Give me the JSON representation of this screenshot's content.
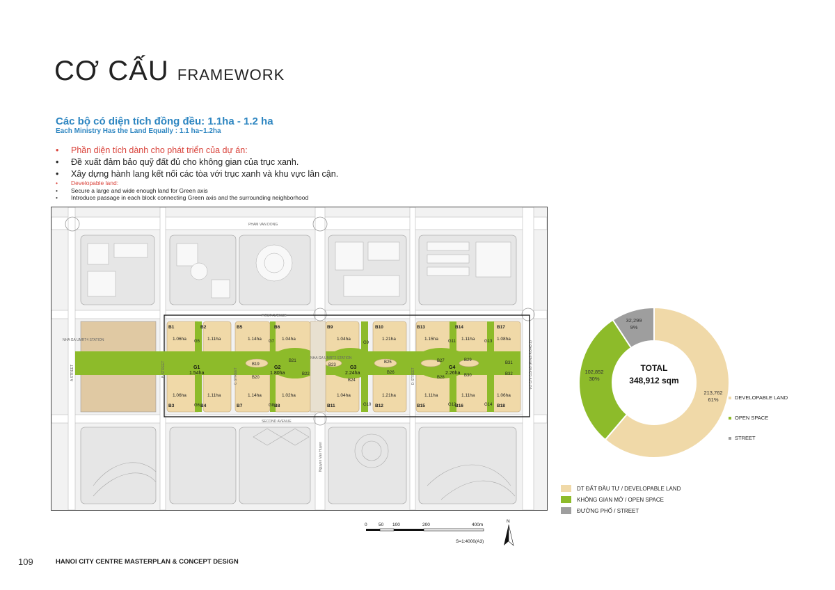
{
  "header": {
    "title_main": "CƠ CẤU",
    "title_sub": "FRAMEWORK"
  },
  "intro": {
    "heading_vi": "Các bộ có diện tích đồng đều: 1.1ha - 1.2 ha",
    "heading_en": "Each Ministry Has the Land Equally : 1.1 ha~1.2ha",
    "bullets_vi": [
      "Phần diện tích dành cho phát triển của dự án:",
      "Đề xuất đảm bảo quỹ đất đủ cho không gian của trục xanh.",
      "Xây dựng hành lang kết nối các tòa với trục xanh và khu vực lân cận."
    ],
    "bullets_en": [
      "Developable land:",
      "Secure a large and wide enough land for Green axis",
      "Introduce passage in each block connecting Green axis and the surrounding neighborhood"
    ]
  },
  "map": {
    "streets": {
      "pham_van_dong": "PHAM VAN DONG",
      "first_avenue": "FIRST AVENUE",
      "second_avenue": "SECOND AVENUE",
      "nguyen_van_huyen": "Nguyen Van Huyen",
      "a_street": "A STREET",
      "b_street": "B STREET",
      "c_street": "C STREET",
      "d_street": "D STREET",
      "vo_chi_cong": "VO CHI CONG (RING ROAD 2)"
    },
    "stations": {
      "left": "NHA GA UMRT4 STATION",
      "center": "NHA GA UMRT2 STATION"
    },
    "blocks": [
      {
        "id": "B1",
        "area": "1.06ha"
      },
      {
        "id": "B2",
        "area": "1.11ha"
      },
      {
        "id": "B3",
        "area": "1.06ha"
      },
      {
        "id": "B4",
        "area": "1.11ha"
      },
      {
        "id": "B5",
        "area": "1.14ha"
      },
      {
        "id": "B6",
        "area": "1.04ha"
      },
      {
        "id": "B7",
        "area": "1.14ha"
      },
      {
        "id": "B8",
        "area": "1.02ha"
      },
      {
        "id": "B9",
        "area": "1.04ha"
      },
      {
        "id": "B10",
        "area": "1.21ha"
      },
      {
        "id": "B11",
        "area": "1.04ha"
      },
      {
        "id": "B12",
        "area": "1.21ha"
      },
      {
        "id": "B13",
        "area": "1.15ha"
      },
      {
        "id": "B14",
        "area": "1.11ha"
      },
      {
        "id": "B15",
        "area": "1.11ha"
      },
      {
        "id": "B16",
        "area": "1.11ha"
      },
      {
        "id": "B17",
        "area": "1.08ha"
      },
      {
        "id": "B18",
        "area": "1.06ha"
      }
    ],
    "greens": [
      {
        "id": "G1",
        "area": "1.54ha"
      },
      {
        "id": "G2",
        "area": "1.80ha"
      },
      {
        "id": "G3",
        "area": "2.24ha"
      },
      {
        "id": "G4",
        "area": "2.26ha"
      }
    ],
    "small_labels": [
      "G5",
      "G6",
      "G7",
      "G8",
      "G9",
      "G10",
      "G11",
      "G12",
      "G13",
      "G14",
      "B19",
      "B20",
      "B21",
      "B22",
      "B23",
      "B24",
      "B25",
      "B26",
      "B27",
      "B28",
      "B29",
      "B30",
      "B31",
      "B32"
    ]
  },
  "legend": [
    {
      "label": "DT ĐẤT ĐẦU TƯ / DEVELOPABLE LAND",
      "color": "#f0d9a8"
    },
    {
      "label": "KHÔNG GIAN MỞ / OPEN SPACE",
      "color": "#8dbb2a"
    },
    {
      "label": "ĐƯỜNG PHỐ / STREET",
      "color": "#9e9e9e"
    }
  ],
  "scale": {
    "ticks": [
      "0",
      "50",
      "100",
      "200",
      "400m"
    ],
    "ratio": "S=1:4000(A3)",
    "north": "N"
  },
  "chart_data": {
    "type": "pie",
    "total_label": "TOTAL",
    "total_value": "348,912 sqm",
    "slices": [
      {
        "name": "DEVELOPABLE LAND",
        "value": 213762,
        "value_label": "213,762",
        "pct_label": "61%",
        "color": "#f0d9a8"
      },
      {
        "name": "OPEN SPACE",
        "value": 102852,
        "value_label": "102,852",
        "pct_label": "30%",
        "color": "#8dbb2a"
      },
      {
        "name": "STREET",
        "value": 32299,
        "value_label": "32,299",
        "pct_label": "9%",
        "color": "#9e9e9e"
      }
    ]
  },
  "footer": {
    "page_number": "109",
    "text": "HANOI CITY CENTRE MASTERPLAN & CONCEPT DESIGN"
  }
}
